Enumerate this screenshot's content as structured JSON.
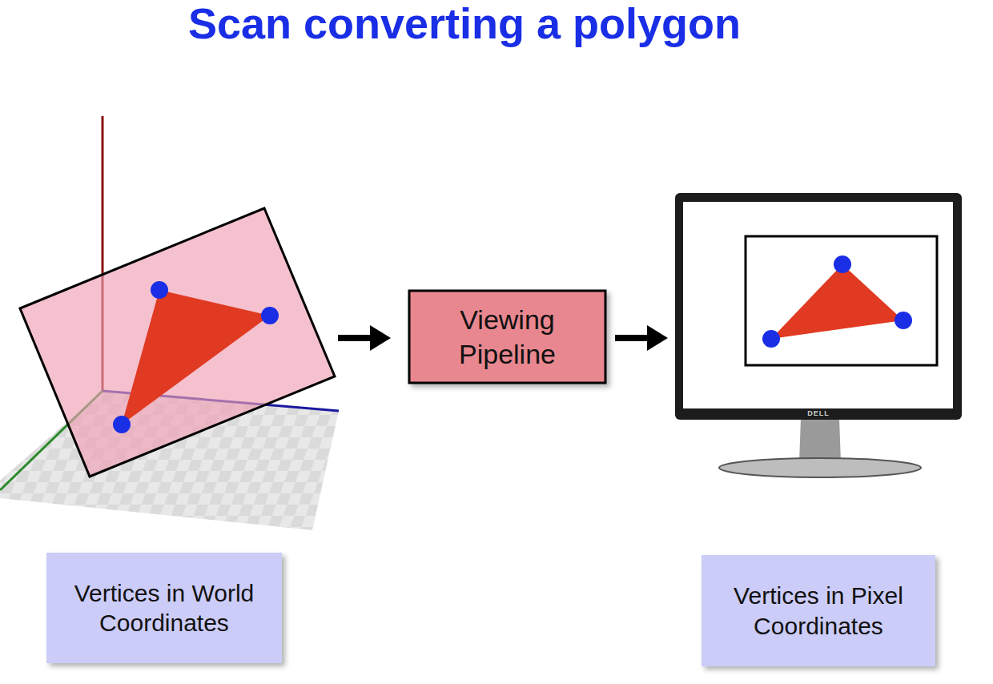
{
  "diagram": {
    "title": "Scan converting a polygon",
    "nodes": [
      {
        "text": [
          "Viewing Pipeline"
        ]
      },
      {
        "text": [
          "Vertices in World Coordinates"
        ]
      },
      {
        "text": [
          "Vertices in Pixel Coordinates"
        ]
      }
    ],
    "labels": [
      "DELL"
    ]
  }
}
